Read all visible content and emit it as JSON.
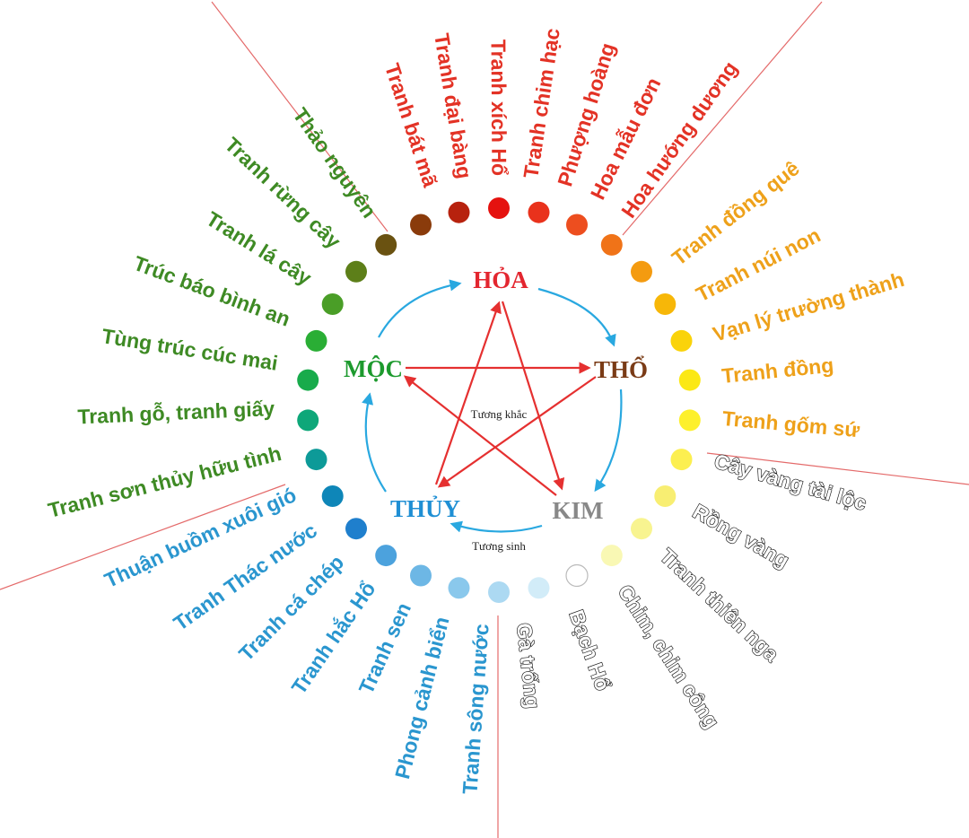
{
  "elements": {
    "hoa": {
      "label": "HỎA",
      "color": "#e3262f"
    },
    "tho": {
      "label": "THỔ",
      "color": "#7a3b16"
    },
    "kim": {
      "label": "KIM",
      "color": "#888888"
    },
    "thuy": {
      "label": "THỦY",
      "color": "#1f8fd4"
    },
    "moc": {
      "label": "MỘC",
      "color": "#1d9a2e"
    }
  },
  "cycle_labels": {
    "khac": "Tương khắc",
    "sinh": "Tương sinh"
  },
  "cycle_colors": {
    "khac": "#e53030",
    "sinh": "#29a8e0"
  },
  "groups": [
    {
      "name": "hoa",
      "color": "#e33225",
      "outline": false,
      "labels": [
        "Tranh bát mã",
        "Tranh đại bàng",
        "Tranh xích Hổ",
        "Tranh chim hạc",
        "Phượng hoàng",
        "Hoa mẫu đơn",
        "Hoa hướng dương"
      ]
    },
    {
      "name": "tho",
      "color": "#eea11a",
      "outline": false,
      "labels": [
        "Tranh đồng quê",
        "Tranh núi non",
        "Vạn lý trường thành",
        "Tranh đồng",
        "Tranh gốm sứ"
      ]
    },
    {
      "name": "kim",
      "color": "#ffffff",
      "outline": true,
      "labels": [
        "Cây vàng tài lộc",
        "Rồng vàng",
        "Tranh thiên nga",
        "Chim, chim công",
        "Bạch Hổ",
        "Gà trống"
      ]
    },
    {
      "name": "thuy",
      "color": "#2a96cf",
      "outline": false,
      "labels": [
        "Tranh sông nước",
        "Phong cảnh biển",
        "Tranh sen",
        "Tranh hắc Hổ",
        "Tranh cá chép",
        "Tranh Thác nước",
        "Thuận buồm xuôi gió"
      ]
    },
    {
      "name": "moc",
      "color": "#3e8a24",
      "outline": false,
      "labels": [
        "Tranh sơn thủy hữu tình",
        "Tranh gỗ, tranh giấy",
        "Tùng trúc cúc mai",
        "Trúc báo bình an",
        "Tranh lá cây",
        "Tranh rừng cây",
        "Thảo nguyên"
      ]
    }
  ],
  "dot_colors": [
    "#e5120f",
    "#e9321c",
    "#ed4e1f",
    "#f07318",
    "#f49b10",
    "#f7b708",
    "#fad30a",
    "#fbe815",
    "#fdf02c",
    "#fcef50",
    "#f8ee72",
    "#f8f490",
    "#f9f8b4",
    "#ffffff",
    "#d2ecf8",
    "#acd9f2",
    "#8ac8ec",
    "#6db7e5",
    "#4ca2dd",
    "#1f7fcd",
    "#0e86b8",
    "#0d9a98",
    "#0ea779",
    "#18ab4b",
    "#2aae35",
    "#4a9e27",
    "#5d7f19",
    "#6a5211",
    "#8a3b0b",
    "#b7220e"
  ]
}
